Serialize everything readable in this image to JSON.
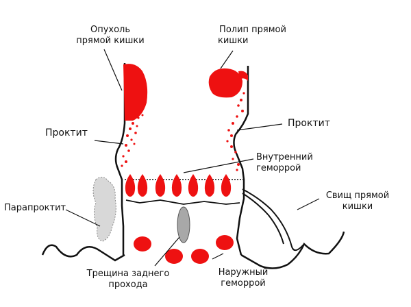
{
  "labels": {
    "tumor_line1": "Опухоль",
    "tumor_line2": "прямой кишки",
    "polyp_line1": "Полип прямой",
    "polyp_line2": "кишки",
    "proctitis_left": "Проктит",
    "proctitis_right": "Проктит",
    "internal_hem_line1": "Внутренний",
    "internal_hem_line2": "геморрой",
    "fistula_line1": "Свищ прямой",
    "fistula_line2": "кишки",
    "paraproctitis": "Парапроктит",
    "fissure_line1": "Трещина заднего",
    "fissure_line2": "прохода",
    "external_hem_line1": "Наружный",
    "external_hem_line2": "геморрой"
  },
  "colors": {
    "lesion": "#ee1111",
    "outline": "#111111",
    "fissure": "#a8a8a8",
    "abscess": "#bbbbbb"
  }
}
